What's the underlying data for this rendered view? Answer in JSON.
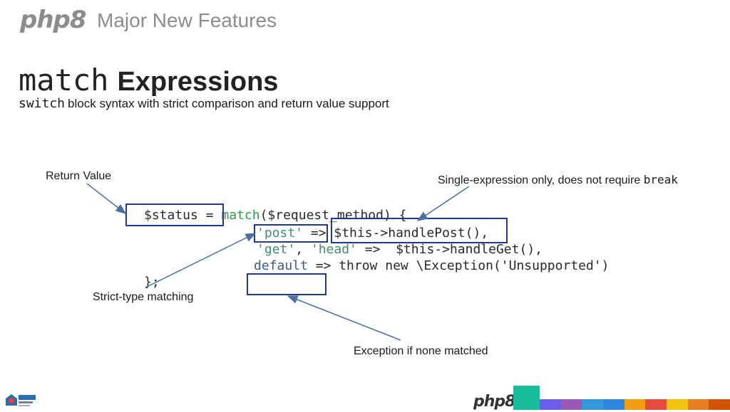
{
  "header": {
    "logo_text": "php8",
    "section_title": "Major New Features"
  },
  "slide": {
    "title_code": "match",
    "title_word": "Expressions",
    "subtitle_code": "switch",
    "subtitle_text": "block syntax with strict comparison and return value support"
  },
  "code": {
    "line1_pre": "$status = ",
    "line1_kw": "match",
    "line1_post": "($request_method) {",
    "line2_str": "'post'",
    "line2_post": " => $this->handlePost(),",
    "line3_str1": "'get'",
    "line3_mid": ", ",
    "line3_str2": "'head'",
    "line3_post": " =>  $this->handleGet(),",
    "line4_kw": "default",
    "line4_post": " => throw new \\Exception('Unsupported')",
    "line5": "};"
  },
  "annotations": {
    "return_value": "Return Value",
    "single_expression": "Single-expression only, does not require ",
    "single_expression_code": "break",
    "strict_type": "Strict-type matching",
    "exception": "Exception if none matched"
  },
  "footer": {
    "logo_text": "php8",
    "badge_icon": "drupalcon-logo-icon",
    "colors": [
      "#6c5ce7",
      "#9b59b6",
      "#3498db",
      "#2e86de",
      "#f39c12",
      "#e74c3c",
      "#f1c40f",
      "#e67e22",
      "#d35400"
    ],
    "teal": "#1abc9c",
    "box_color": "#1f3a8a"
  }
}
